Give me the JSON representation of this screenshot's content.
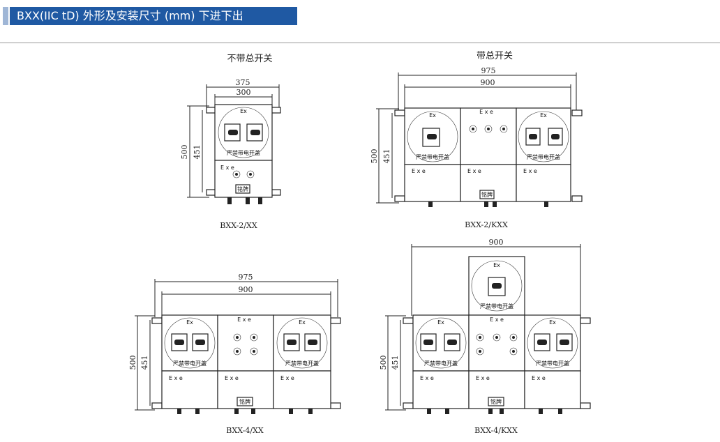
{
  "header": {
    "title": "BXX(IIC tD) 外形及安装尺寸 (mm) 下进下出"
  },
  "colors": {
    "title_bg": "#1f59a3",
    "accent": "#9fb6d6",
    "line": "#222222"
  },
  "drawings": {
    "top_left": {
      "heading": "不带总开关",
      "caption": "BXX-2/XX",
      "dim_w1": "375",
      "dim_w2": "300",
      "dim_h1": "500",
      "dim_h2": "451"
    },
    "top_right": {
      "heading": "带总开关",
      "caption": "BXX-2/KXX",
      "dim_w1": "975",
      "dim_w2": "900",
      "dim_h1": "500",
      "dim_h2": "451"
    },
    "bottom_left": {
      "caption": "BXX-4/XX",
      "dim_w1": "975",
      "dim_w2": "900",
      "dim_h1": "500",
      "dim_h2": "451"
    },
    "bottom_right": {
      "caption": "BXX-4/KXX",
      "dim_w1": "900",
      "dim_h1": "500",
      "dim_h2": "451"
    }
  },
  "labels": {
    "ex": "Ex",
    "exe": "E x e",
    "plate": "铭牌",
    "warning": "严禁带电开盖"
  }
}
